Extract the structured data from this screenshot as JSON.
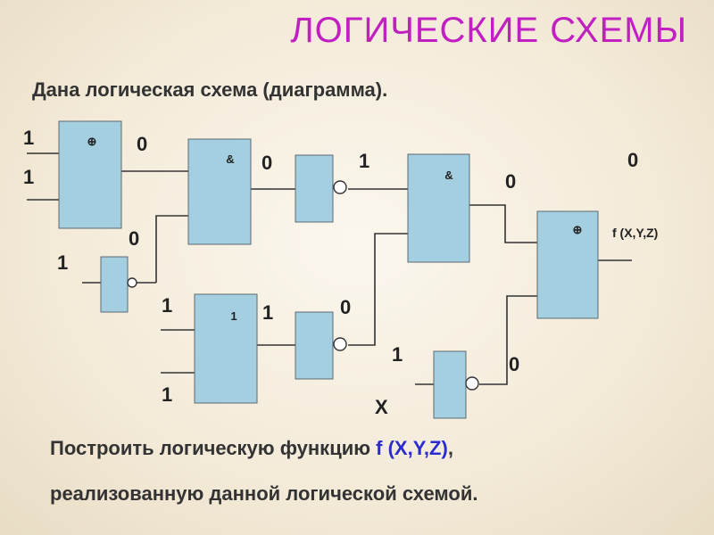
{
  "title": "ЛОГИЧЕСКИЕ СХЕМЫ",
  "subtitle": "Дана логическая схема (диаграмма).",
  "task_line1_prefix": "Построить логическую функцию ",
  "task_line1_function": "f (X,Y,Z)",
  "task_line1_suffix": ",",
  "task_line2": "реализованную данной логической схемой.",
  "gates": {
    "xor1": "⊕",
    "and1": "&",
    "and2": "&",
    "xor2": "⊕",
    "gate_one": "1"
  },
  "values": {
    "in_a": "1",
    "in_b": "1",
    "xor1_out": "0",
    "not1_in": "1",
    "not1_out": "0",
    "and1_out": "0",
    "not2_out": "1",
    "or_in_a": "1",
    "or_in_b": "1",
    "or_out": "1",
    "not3_out": "0",
    "and2_out": "0",
    "result": "0",
    "not4_in": "1",
    "not4_out": "0"
  },
  "x_label": "X",
  "output_label": "f (X,Y,Z)"
}
